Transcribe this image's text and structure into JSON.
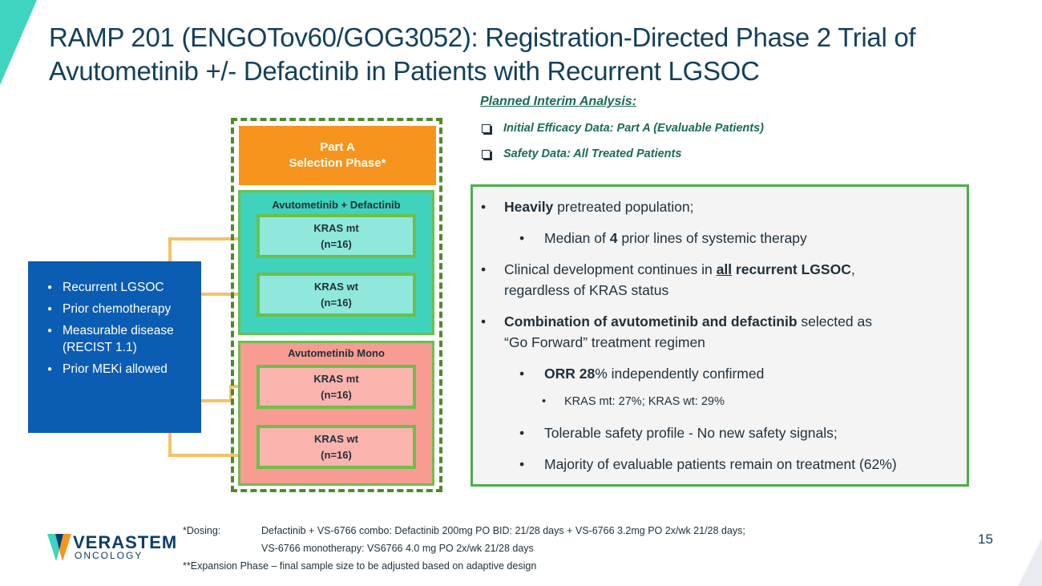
{
  "title": {
    "line1": "RAMP 201 (ENGOTov60/GOG3052): Registration-Directed Phase 2 Trial of",
    "line2": "Avutometinib +/- Defactinib in Patients with Recurrent LGSOC"
  },
  "eligibility": {
    "items": [
      "Recurrent LGSOC",
      "Prior chemotherapy",
      "Measurable disease (RECIST 1.1)",
      "Prior MEKi allowed"
    ]
  },
  "part_a": {
    "line1": "Part A",
    "line2": "Selection Phase*"
  },
  "combo_group": {
    "label": "Avutometinib + Defactinib",
    "arms": [
      {
        "name": "KRAS mt",
        "n": "(n=16)"
      },
      {
        "name": "KRAS wt",
        "n": "(n=16)"
      }
    ]
  },
  "mono_group": {
    "label": "Avutometinib Mono",
    "arms": [
      {
        "name": "KRAS mt",
        "n": "(n=16)"
      },
      {
        "name": "KRAS wt",
        "n": "(n=16)"
      }
    ]
  },
  "interim": {
    "heading": "Planned Interim Analysis:",
    "items": [
      "Initial Efficacy Data: Part A (Evaluable Patients)",
      "Safety Data:  All Treated Patients"
    ]
  },
  "summary": {
    "b1_bold": "Heavily",
    "b1_rest": " pretreated population;",
    "b1a_pre": "Median of ",
    "b1a_bold": "4",
    "b1a_post": " prior lines of systemic therapy",
    "b2_pre": "Clinical development continues in ",
    "b2_underline": "all",
    "b2_bold": " recurrent LGSOC",
    "b2_post": ",",
    "b2_line2": "regardless of KRAS status",
    "b3_bold": "Combination of avutometinib and defactinib",
    "b3_rest": " selected as",
    "b3_line2": "“Go Forward” treatment regimen",
    "b3a_bold": "ORR 28",
    "b3a_pct": "%",
    "b3a_rest": " independently confirmed",
    "b3a_sub": "KRAS mt: 27%;  KRAS wt: 29%",
    "b3b": "Tolerable safety profile - No new safety signals;",
    "b3c": "Majority of evaluable patients remain on treatment (62%)"
  },
  "footer": {
    "dosing_label": "*Dosing:",
    "dosing_line1": "Defactinib + VS-6766 combo: Defactinib 200mg PO BID: 21/28 days + VS-6766 3.2mg PO 2x/wk 21/28 days;",
    "dosing_line2": "VS-6766 monotherapy: VS6766 4.0 mg PO 2x/wk 21/28 days",
    "expansion": "**Expansion Phase – final sample size to be adjusted based on adaptive design"
  },
  "logo": {
    "name": "VERASTEM",
    "sub": "ONCOLOGY"
  },
  "page_number": "15",
  "colors": {
    "title": "#14405a",
    "part_a": "#f7941d",
    "combo_group": "#3fd3bd",
    "mono_group": "#f79b93",
    "eligibility": "#0b5cb3",
    "border_green": "#6cc04a",
    "arrow": "#f4c268"
  }
}
